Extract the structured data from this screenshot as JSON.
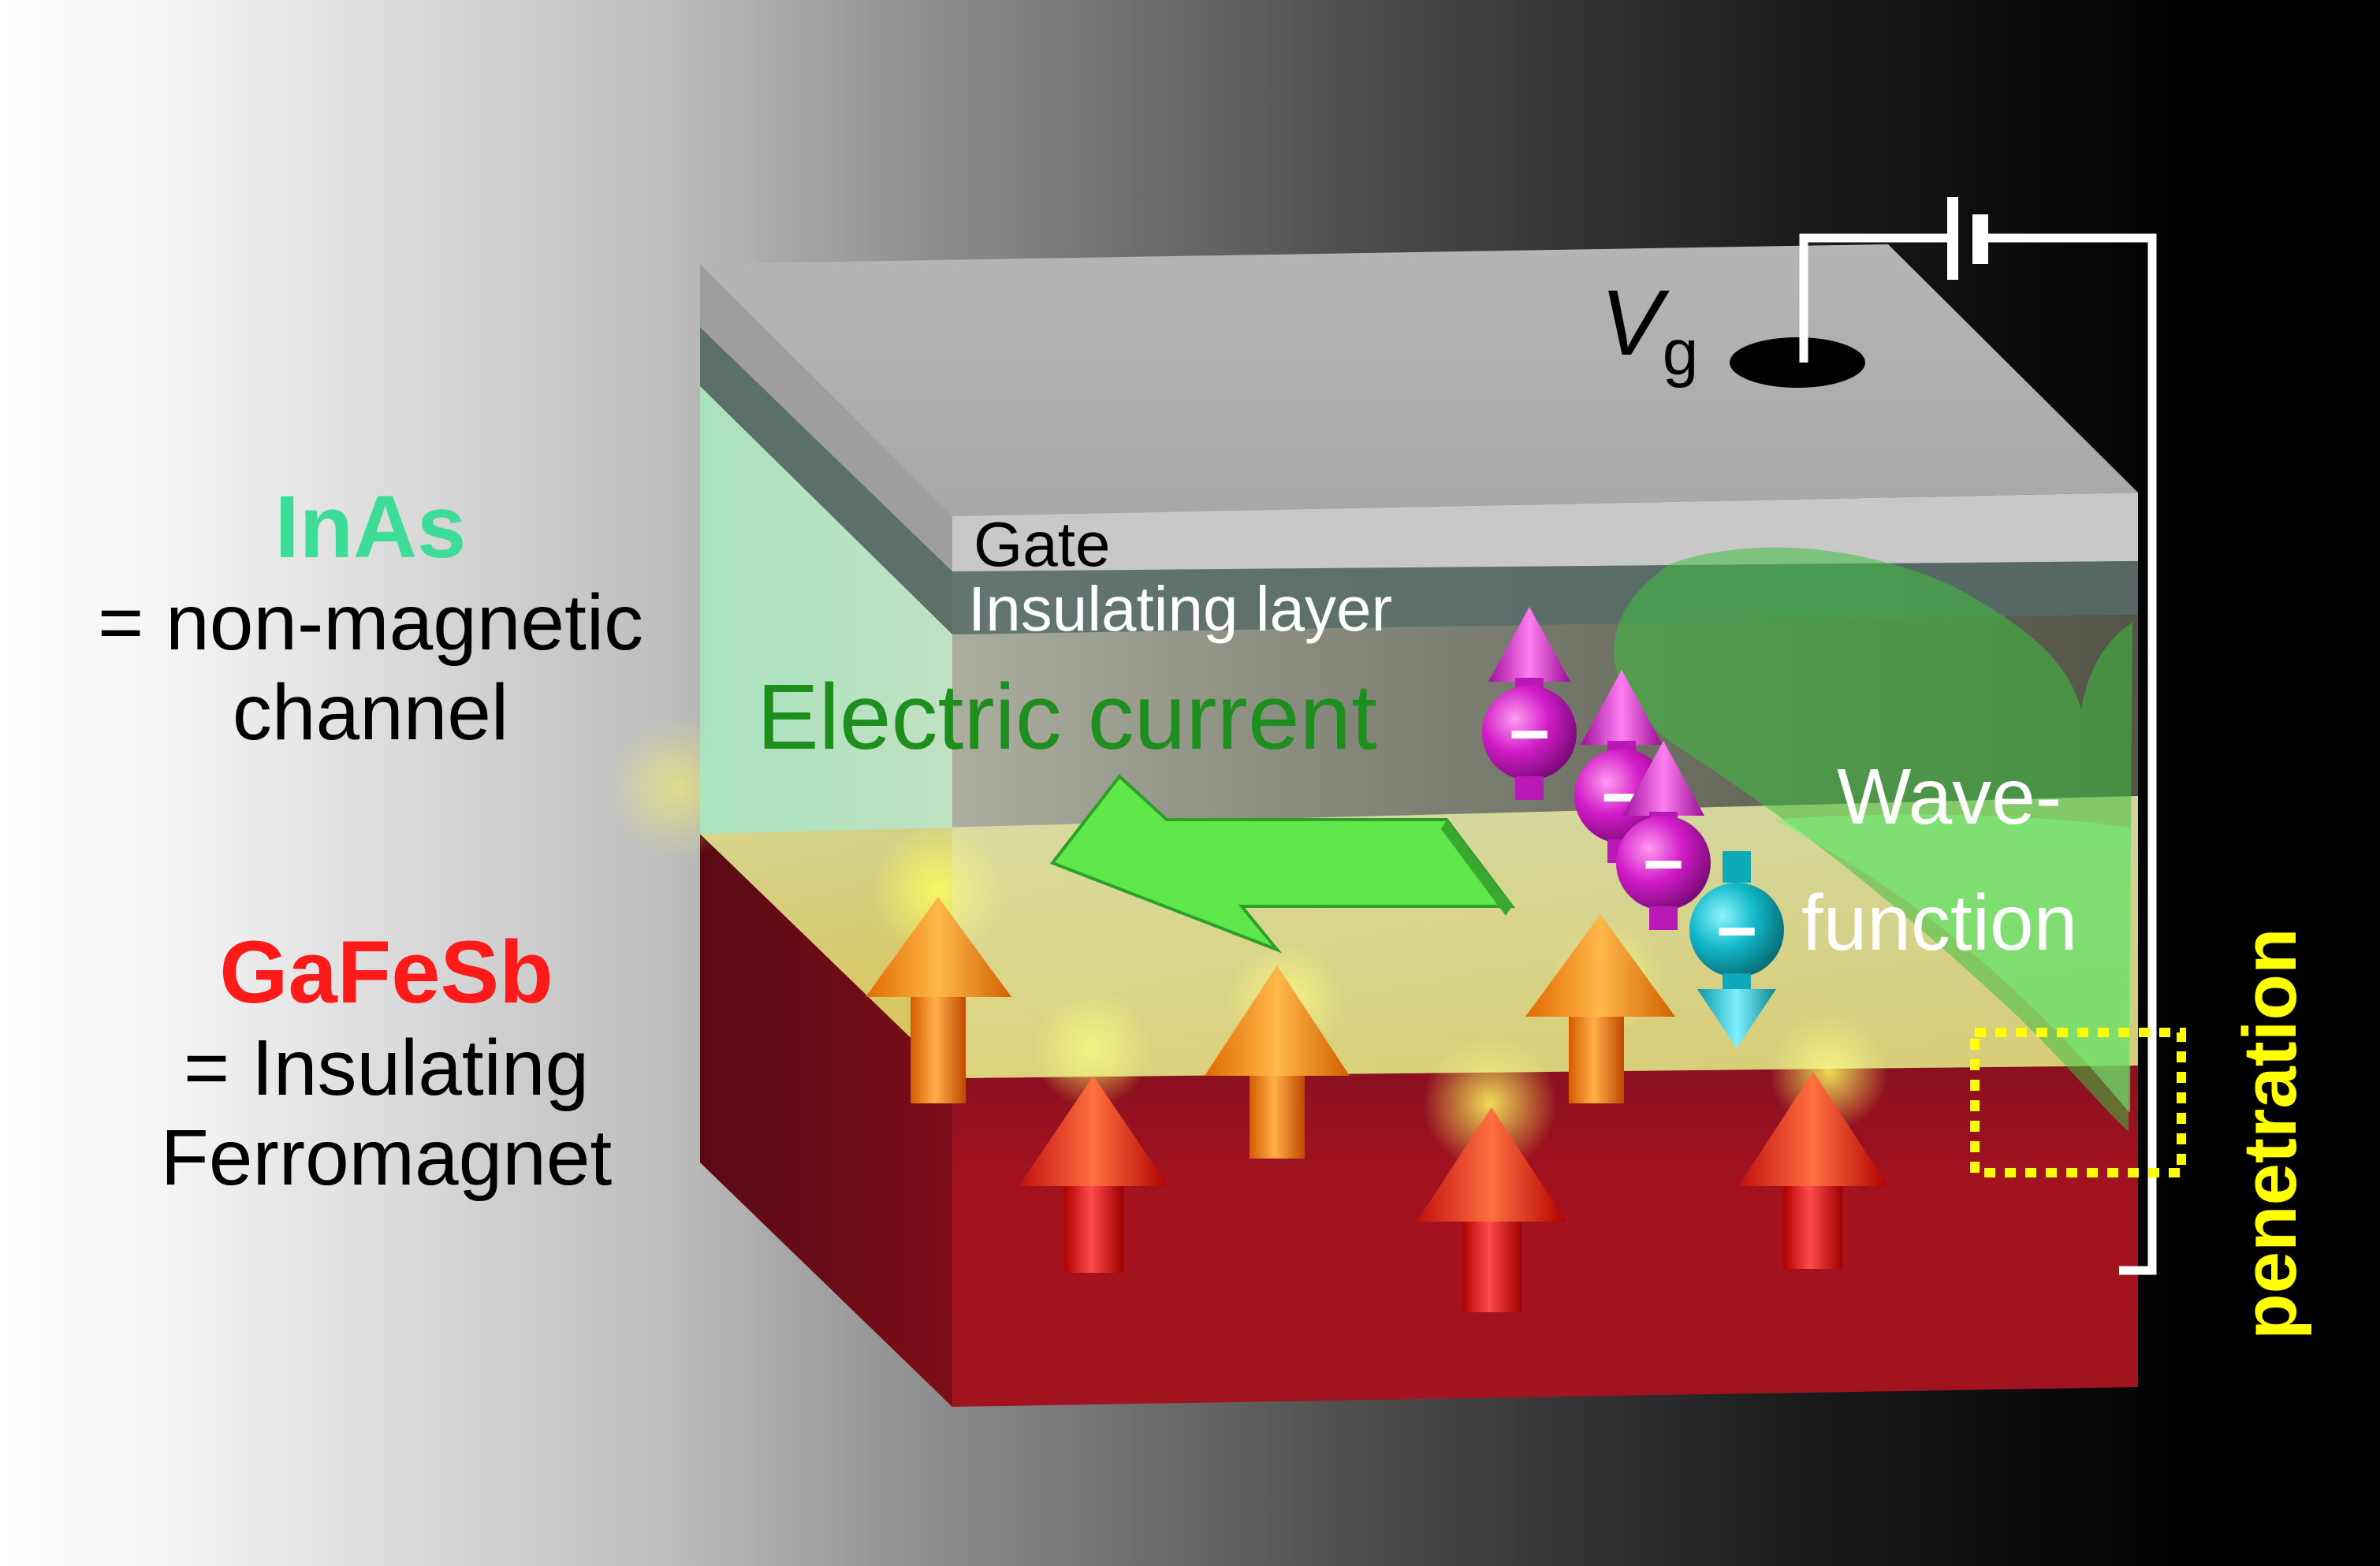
{
  "legend": {
    "inas": {
      "name": "InAs",
      "line1": "= non-magnetic",
      "line2": "channel",
      "name_color": "#3ddc97"
    },
    "gafesb": {
      "name": "GaFeSb",
      "line1": "= Insulating",
      "line2": "Ferromagnet",
      "name_color": "#ff1a1a"
    }
  },
  "device": {
    "gate_label": "Gate",
    "insulator_label": "Insulating layer",
    "current_label": "Electric current",
    "current_color": "#1e8f1e",
    "wavefunction_line1": "Wave-",
    "wavefunction_line2": "function",
    "gate_voltage_symbol": "V",
    "gate_voltage_subscript": "g",
    "penetration_label": "penetration",
    "penetration_color": "#ffff00",
    "electron_sign": "−"
  }
}
